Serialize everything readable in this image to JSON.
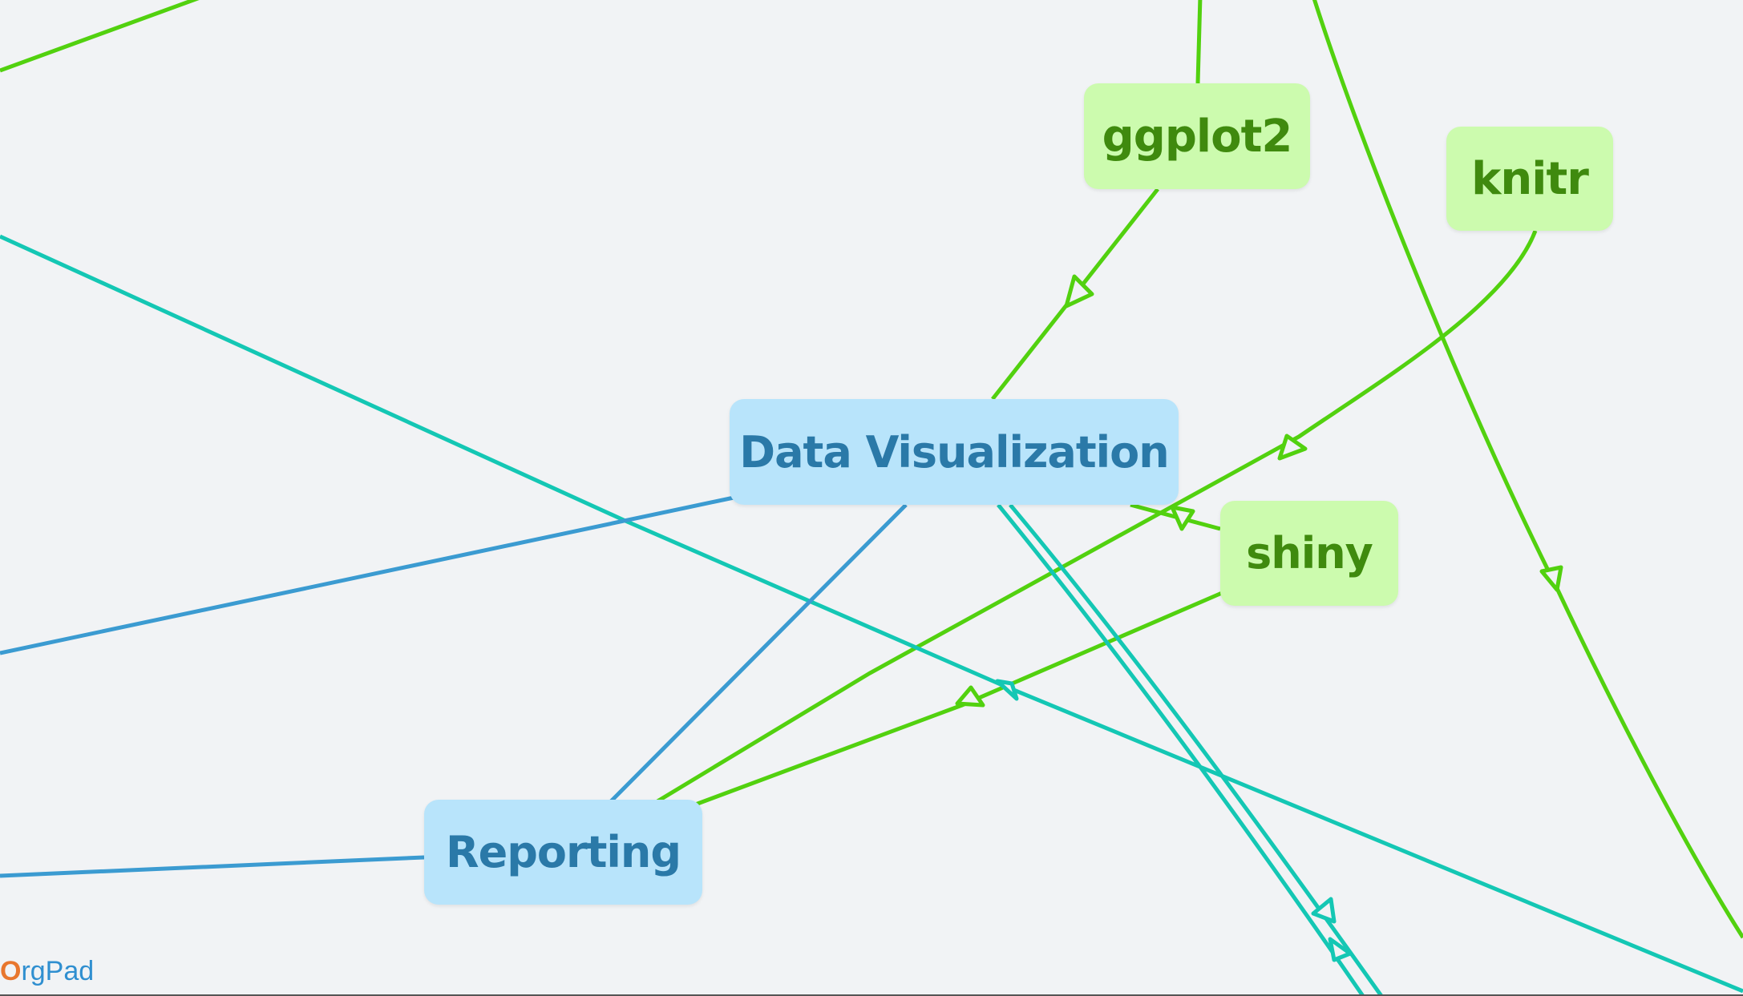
{
  "nodes": {
    "ggplot2": {
      "label": "ggplot2"
    },
    "knitr": {
      "label": "knitr"
    },
    "data_visualization": {
      "label": "Data Visualization"
    },
    "shiny": {
      "label": "shiny"
    },
    "reporting": {
      "label": "Reporting"
    }
  },
  "colors": {
    "green_link": "#52d10f",
    "teal_link": "#14c7b4",
    "blue_link": "#3b9bd1",
    "blue_node": "#b8e4fb",
    "green_node": "#ccfbae"
  },
  "logo": {
    "first_letter": "O",
    "rest": "rgPad"
  }
}
